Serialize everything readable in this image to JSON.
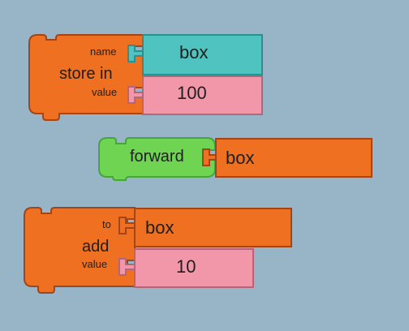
{
  "workspace": {
    "background": "#98b5c8"
  },
  "colors": {
    "action_orange": "#ef7021",
    "action_orange_dark": "#a1461b",
    "flow_green": "#6fd452",
    "flow_green_dark": "#46a63d",
    "name_teal": "#4ec3bf",
    "name_teal_dark": "#2e8f8f",
    "number_pink": "#f296a9",
    "number_pink_dark": "#b5657a",
    "connector_teal": "#4ac7c0",
    "connector_pink": "#d66986",
    "connector_orange": "#f06c3b"
  },
  "blocks": {
    "store_in": {
      "title_line_1": "store in",
      "name_label": "name",
      "value_label": "value",
      "name_arg": "box",
      "value_arg": "100",
      "name_arg_icon": "name-socket-icon",
      "value_arg_icon": "number-socket-icon"
    },
    "forward": {
      "title": "forward",
      "arg": "box",
      "arg_icon": "action-socket-icon"
    },
    "add": {
      "title": "add",
      "to_label": "to",
      "value_label": "value",
      "to_arg": "box",
      "value_arg": "10",
      "to_arg_icon": "action-socket-icon",
      "value_arg_icon": "number-socket-icon"
    }
  }
}
